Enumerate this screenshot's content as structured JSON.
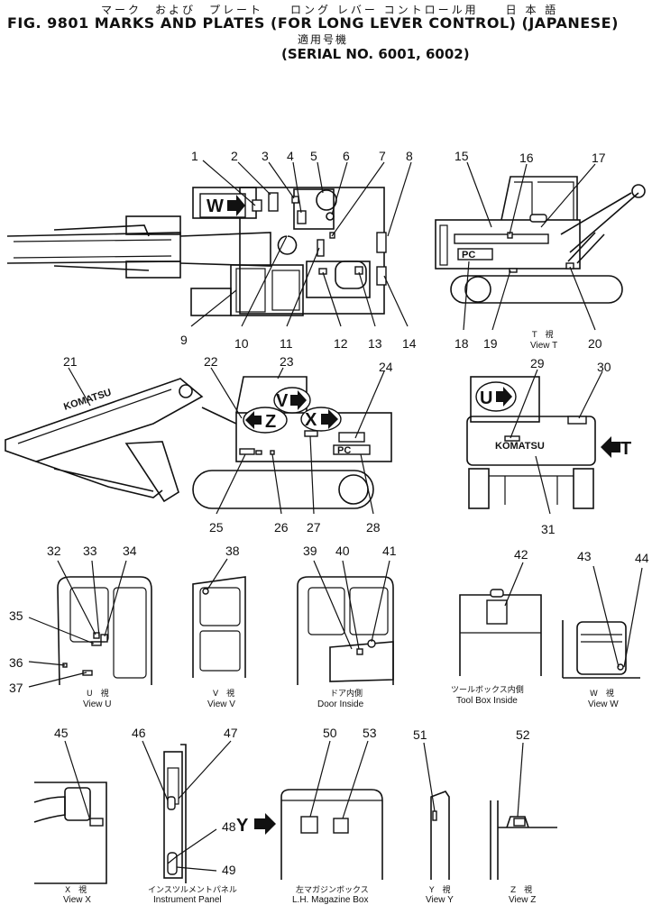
{
  "header": {
    "jp_title": "マーク　および　プレート　　ロング レバー コントロール用　　日 本 語",
    "title": "FIG. 9801  MARKS AND PLATES (FOR LONG LEVER CONTROL) (JAPANESE)",
    "jp_serial": "適用号機",
    "serial": "(SERIAL  NO. 6001,  6002)"
  },
  "callouts": [
    "1",
    "2",
    "3",
    "4",
    "5",
    "6",
    "7",
    "8",
    "9",
    "10",
    "11",
    "12",
    "13",
    "14",
    "15",
    "16",
    "17",
    "18",
    "19",
    "20",
    "21",
    "22",
    "23",
    "24",
    "25",
    "26",
    "27",
    "28",
    "29",
    "30",
    "31",
    "32",
    "33",
    "34",
    "35",
    "36",
    "37",
    "38",
    "39",
    "40",
    "41",
    "42",
    "43",
    "44",
    "45",
    "46",
    "47",
    "48",
    "49",
    "50",
    "51",
    "52",
    "53"
  ],
  "view_markers": {
    "W": "W",
    "V": "V",
    "Z": "Z",
    "X": "X",
    "U": "U",
    "T": "T",
    "Y": "Y"
  },
  "plate_text": {
    "pc": "PC",
    "komatsu_boom": "KOMATSU",
    "komatsu_rear": "KOMATSU"
  },
  "captions": {
    "view_t_jp": "T　視",
    "view_t": "View  T",
    "view_u_jp": "U　視",
    "view_u": "View  U",
    "view_v_jp": "V　視",
    "view_v": "View  V",
    "door_jp": "ドア内側",
    "door": "Door Inside",
    "toolbox_jp": "ツールボックス内側",
    "toolbox": "Tool Box Inside",
    "view_w_jp": "W　視",
    "view_w": "View  W",
    "view_x_jp": "X　視",
    "view_x": "View  X",
    "panel_jp": "インスツルメントパネル",
    "panel": "Instrument Panel",
    "magazine_jp": "左マガジンボックス",
    "magazine": "L.H. Magazine Box",
    "view_y_jp": "Y　視",
    "view_y": "View  Y",
    "view_z_jp": "Z　視",
    "view_z": "View  Z"
  }
}
